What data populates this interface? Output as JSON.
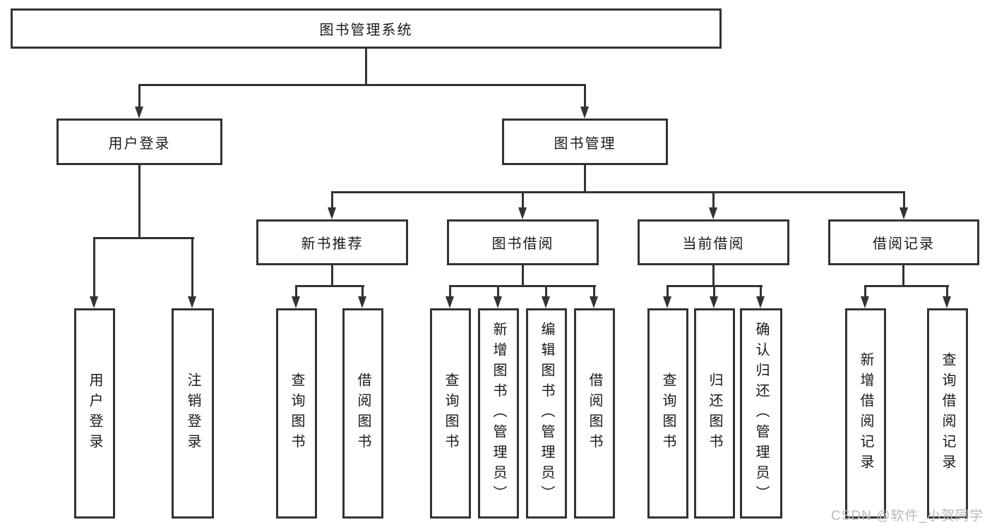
{
  "nodes": {
    "root": "图书管理系统",
    "user_login": "用户登录",
    "book_management": "图书管理",
    "new_book_recommend": "新书推荐",
    "book_borrow": "图书借阅",
    "current_borrow": "当前借阅",
    "borrow_records": "借阅记录",
    "login": "用户登录",
    "logout": "注销登录",
    "nbr_query_books": "查询图书",
    "nbr_borrow_books": "借阅图书",
    "bb_query_books": "查询图书",
    "bb_add_books_admin": "新增图书（管理员）",
    "bb_edit_books_admin": "编辑图书（管理员）",
    "bb_borrow_books": "借阅图书",
    "cb_query_books": "查询图书",
    "cb_return_books": "归还图书",
    "cb_confirm_return_admin": "确认归还（管理员）",
    "br_add_record": "新增借阅记录",
    "br_query_record": "查询借阅记录"
  },
  "watermark": {
    "text": "CSDN @软件_小贺同学",
    "color": "#b9b9b9"
  },
  "colors": {
    "line": "#333333",
    "box_border": "#333333",
    "text": "#1a1a1a",
    "background": "#ffffff"
  }
}
